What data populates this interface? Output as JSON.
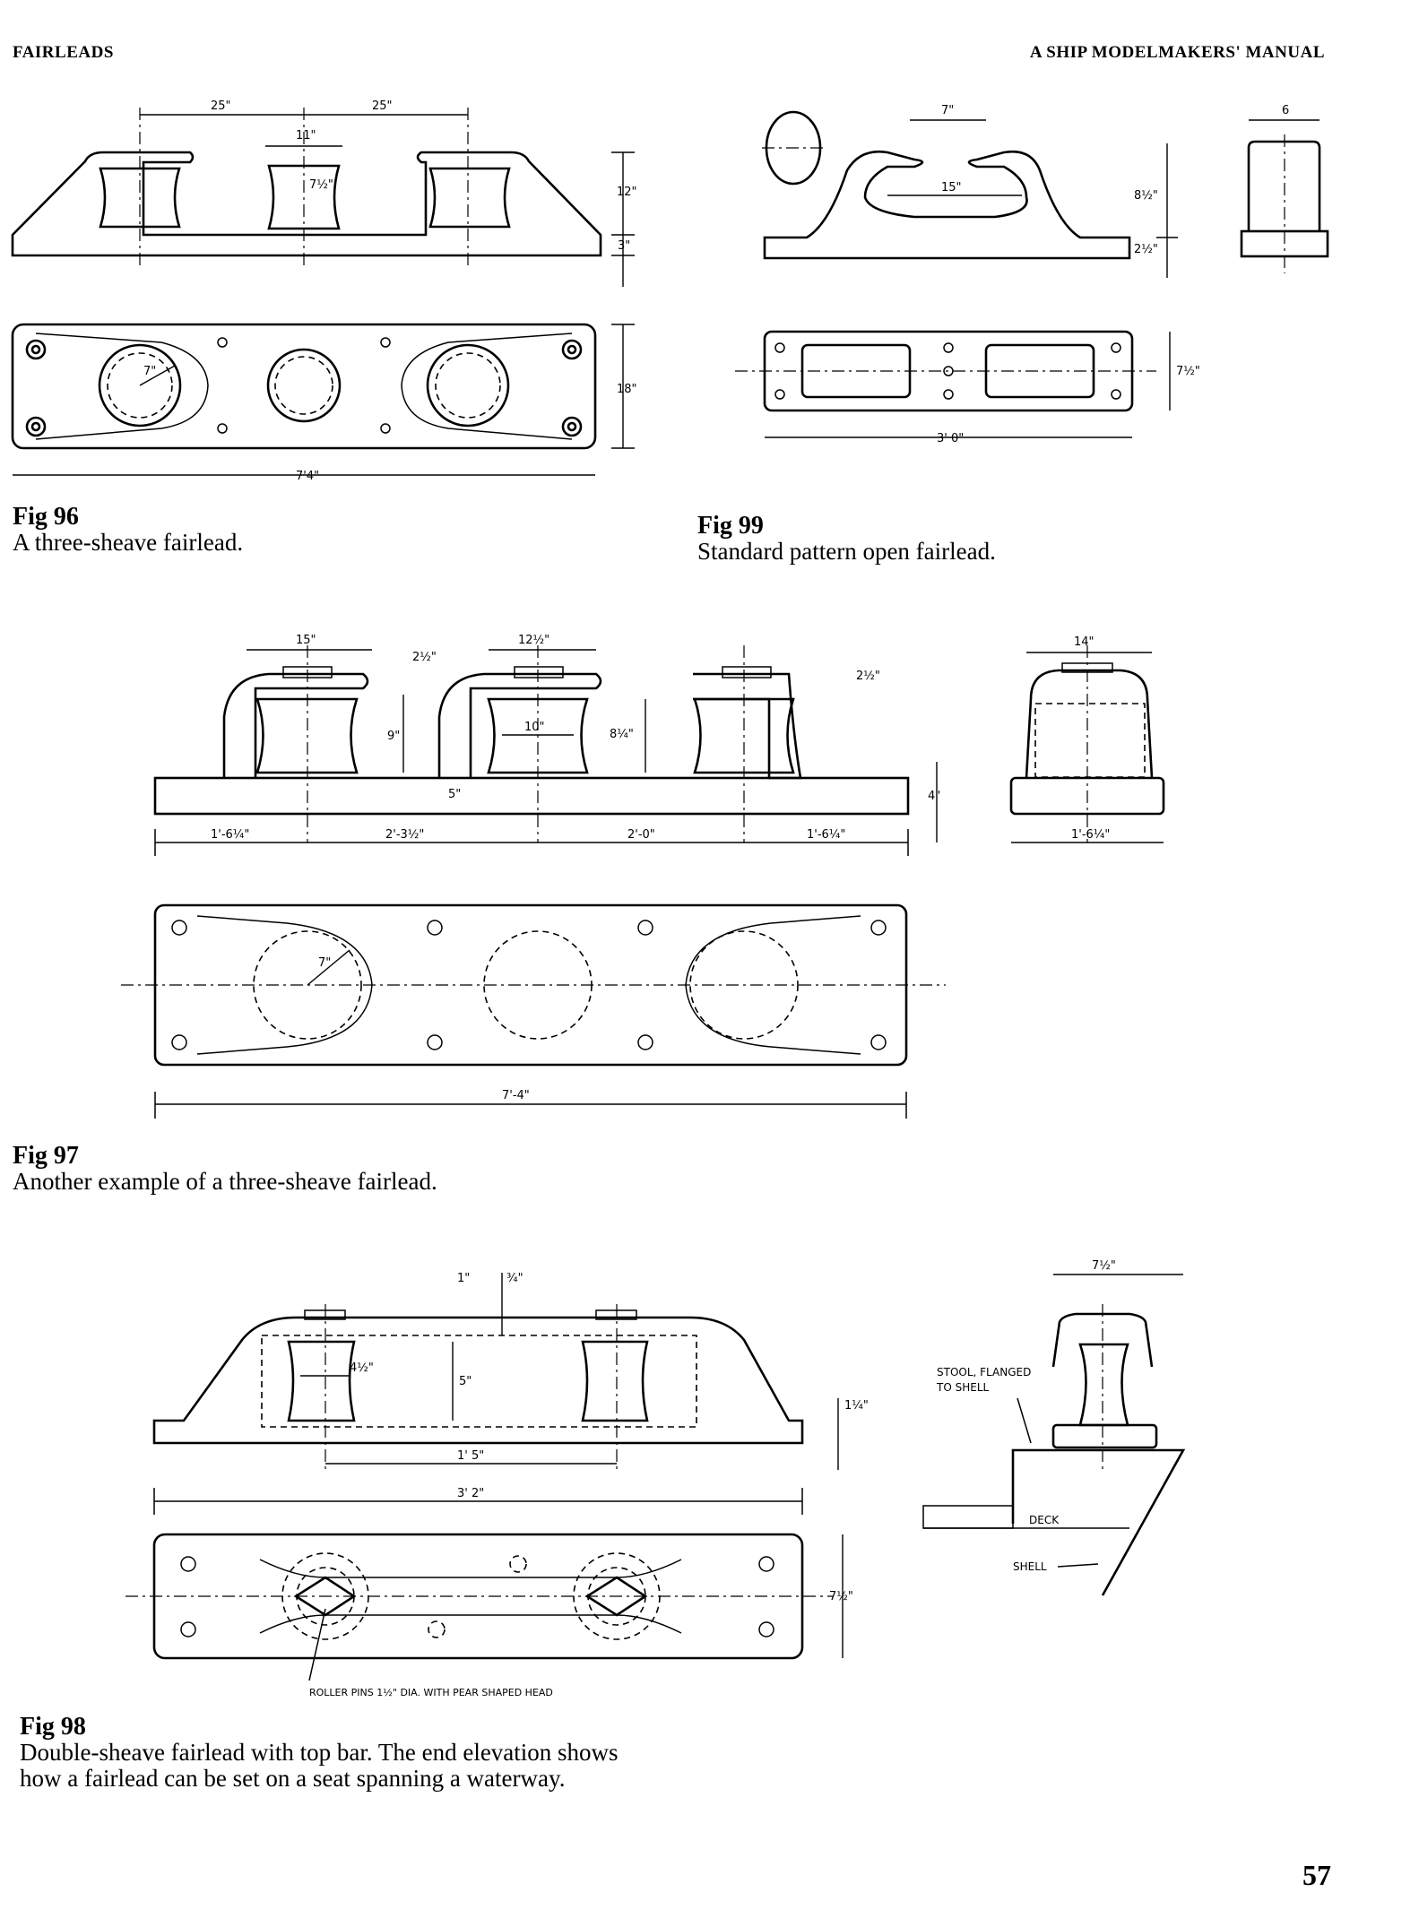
{
  "header": {
    "left": "FAIRLEADS",
    "right": "A SHIP MODELMAKERS' MANUAL"
  },
  "page_number": "57",
  "fig96": {
    "number": "Fig 96",
    "caption": "A three-sheave fairlead.",
    "dims": {
      "a": "25\"",
      "b": "25\"",
      "c": "11\"",
      "d": "7½\"",
      "e": "12\"",
      "f": "3\"",
      "g": "18\"",
      "h": "7\"",
      "overall": "7'4\""
    }
  },
  "fig99": {
    "number": "Fig 99",
    "caption": "Standard pattern open fairlead.",
    "dims": {
      "a": "7\"",
      "b": "15\"",
      "c": "8½\"",
      "d": "2½\"",
      "e": "6",
      "f": "7½\"",
      "overall": "3' 0\""
    }
  },
  "fig97": {
    "number": "Fig 97",
    "caption": "Another example of a three-sheave fairlead.",
    "dims": {
      "a": "15\"",
      "b": "2½\"",
      "c": "12½\"",
      "d": "2½\"",
      "e": "9\"",
      "f": "10\"",
      "g": "8¼\"",
      "h": "5\"",
      "i": "4\"",
      "s1": "1'-6¼\"",
      "s2": "2'-3½\"",
      "s3": "2'-0\"",
      "s4": "1'-6¼\"",
      "end_w": "14\"",
      "end_base": "1'-6¼\"",
      "r": "7\"",
      "overall": "7'-4\""
    }
  },
  "fig98": {
    "number": "Fig 98",
    "caption": "Double-sheave fairlead with top bar. The end elevation shows how a fairlead can be set on a seat spanning a waterway.",
    "dims": {
      "a": "1\"",
      "b": "¾\"",
      "c": "4½\"",
      "d": "5\"",
      "e": "1¼\"",
      "f": "1' 5\"",
      "overall": "3' 2\"",
      "g": "7½\"",
      "h": "7½\""
    },
    "labels": {
      "stool": "STOOL, FLANGED",
      "stool2": "TO SHELL",
      "deck": "DECK",
      "shell": "SHELL",
      "pins": "ROLLER PINS 1½\" DIA. WITH PEAR SHAPED HEAD"
    }
  }
}
